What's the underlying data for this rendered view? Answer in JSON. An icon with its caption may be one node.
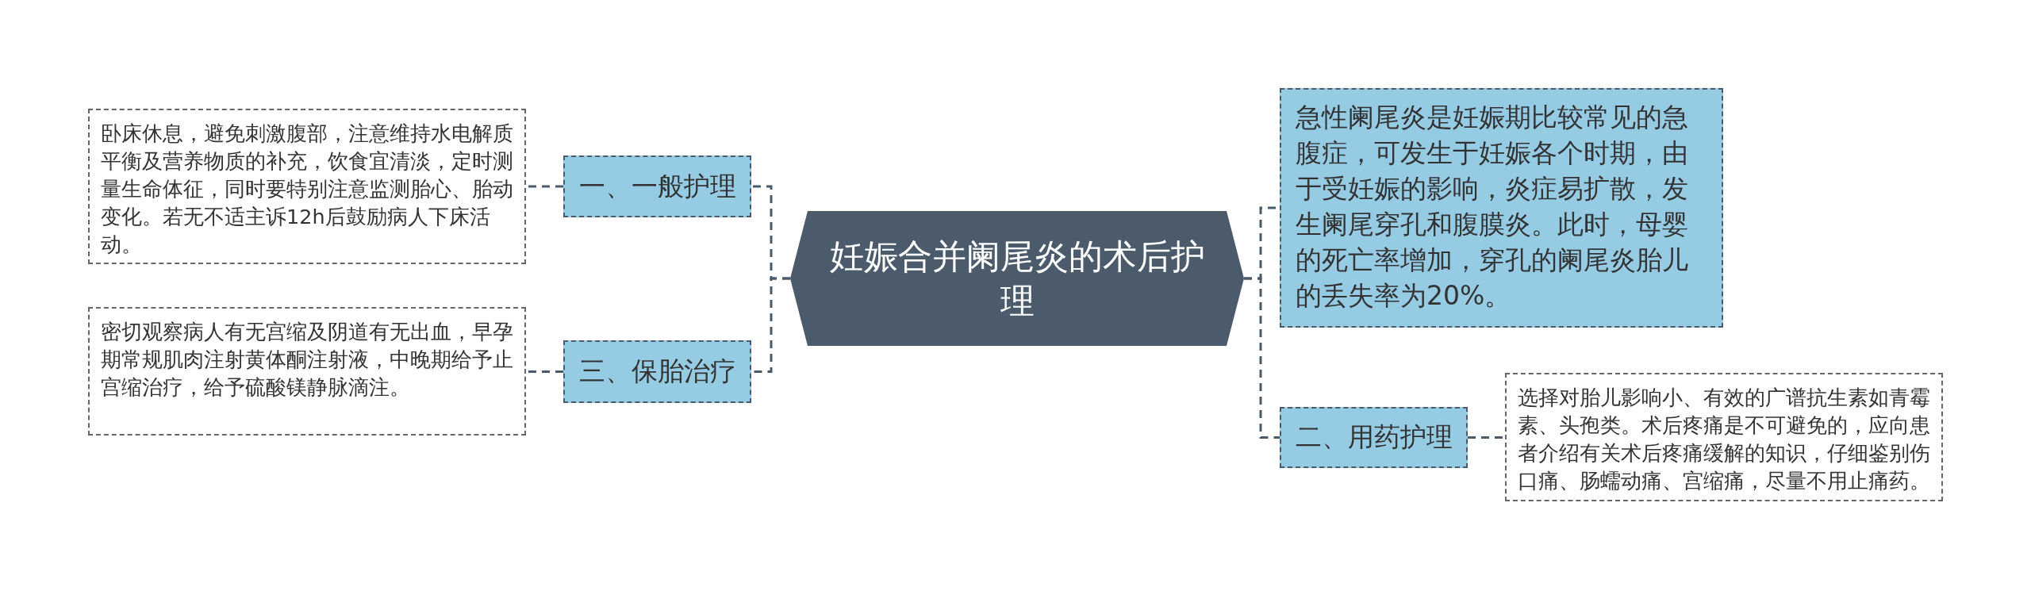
{
  "diagram": {
    "nodes": [
      {
        "text": [
          "妊娠合并阑尾炎的术后护理"
        ]
      },
      {
        "text": [
          "一、一般护理"
        ]
      },
      {
        "text": [
          "卧床休息，避免刺激腹部，注意维持水电解质平衡及营养物质的补充，饮食宜清淡，定时测量生命体征，同时要特别注意监测胎心、胎动变化。若无不适主诉12h后鼓励病人下床活动。"
        ]
      },
      {
        "text": [
          "三、保胎治疗"
        ]
      },
      {
        "text": [
          "密切观察病人有无宫缩及阴道有无出血，早孕期常规肌肉注射黄体酮注射液，中晚期给予止宫缩治疗，给予硫酸镁静脉滴注。"
        ]
      },
      {
        "text": [
          "急性阑尾炎是妊娠期比较常见的急腹症，可发生于妊娠各个时期，由于受妊娠的影响，炎症易扩散，发生阑尾穿孔和腹膜炎。此时，母婴的死亡率增加，穿孔的阑尾炎胎儿的丢失率为20%。"
        ]
      },
      {
        "text": [
          "二、用药护理"
        ]
      },
      {
        "text": [
          "选择对胎儿影响小、有效的广谱抗生素如青霉素、头孢类。术后疼痛是不可避免的，应向患者介绍有关术后疼痛缓解的知识，仔细鉴别伤口痛、肠蠕动痛、宫缩痛，尽量不用止痛药。"
        ]
      }
    ],
    "edges": [
      {
        "from": 0,
        "to": 1,
        "arrow": "none",
        "style": "dashed"
      },
      {
        "from": 1,
        "to": 2,
        "arrow": "none",
        "style": "dashed"
      },
      {
        "from": 0,
        "to": 3,
        "arrow": "none",
        "style": "dashed"
      },
      {
        "from": 3,
        "to": 4,
        "arrow": "none",
        "style": "dashed"
      },
      {
        "from": 0,
        "to": 5,
        "arrow": "none",
        "style": "dashed"
      },
      {
        "from": 0,
        "to": 6,
        "arrow": "none",
        "style": "dashed"
      },
      {
        "from": 6,
        "to": 7,
        "arrow": "none",
        "style": "dashed"
      }
    ]
  }
}
